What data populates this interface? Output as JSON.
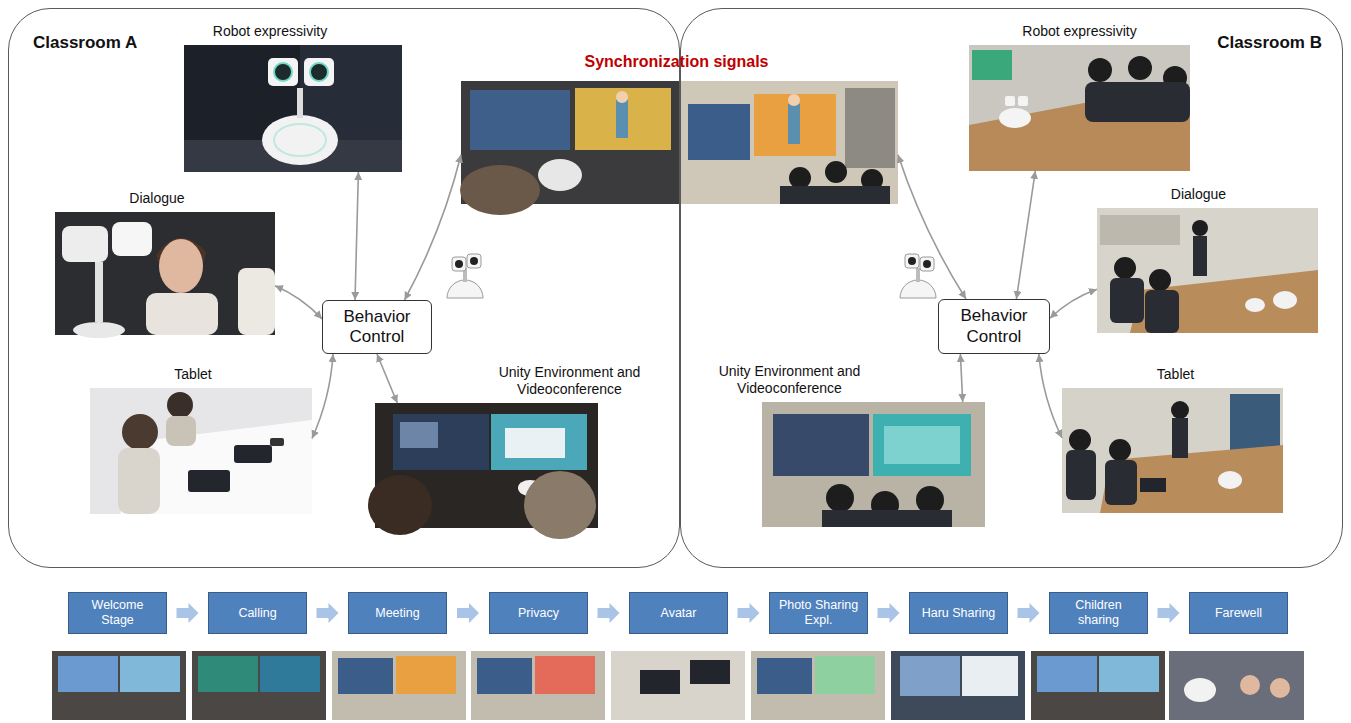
{
  "diagram": {
    "nodes": [
      {
        "text": [
          "Classroom A"
        ]
      },
      {
        "text": [
          "Robot expressivity"
        ],
        "in": 0
      },
      {
        "text": [
          "Dialogue"
        ],
        "in": 0
      },
      {
        "text": [
          "Tablet"
        ],
        "in": 0
      },
      {
        "text": [
          "Behavior Control"
        ],
        "in": 0
      },
      {
        "text": [
          "Unity Environment and Videoconference"
        ],
        "in": 0
      },
      {
        "text": [
          "Synchronization signals"
        ]
      },
      {
        "text": [
          "Classroom B"
        ]
      },
      {
        "text": [
          "Robot expressivity"
        ],
        "in": 7
      },
      {
        "text": [
          "Dialogue"
        ],
        "in": 7
      },
      {
        "text": [
          "Behavior Control"
        ],
        "in": 7
      },
      {
        "text": [
          "Unity Environment and Videoconference"
        ],
        "in": 7
      },
      {
        "text": [
          "Tablet"
        ],
        "in": 7
      },
      {
        "text": [
          "Welcome Stage"
        ]
      },
      {
        "text": [
          "Calling"
        ]
      },
      {
        "text": [
          "Meeting"
        ]
      },
      {
        "text": [
          "Privacy"
        ]
      },
      {
        "text": [
          "Avatar"
        ]
      },
      {
        "text": [
          "Photo Sharing Expl."
        ]
      },
      {
        "text": [
          "Haru Sharing"
        ]
      },
      {
        "text": [
          "Children sharing"
        ]
      },
      {
        "text": [
          "Farewell"
        ]
      }
    ],
    "edges": [
      {
        "from": 4,
        "to": 1,
        "arrow": "both"
      },
      {
        "from": 4,
        "to": 2,
        "arrow": "both"
      },
      {
        "from": 4,
        "to": 3,
        "arrow": "both"
      },
      {
        "from": 4,
        "to": 5,
        "arrow": "both"
      },
      {
        "from": 4,
        "to": 6,
        "arrow": "both"
      },
      {
        "from": 10,
        "to": 8,
        "arrow": "both"
      },
      {
        "from": 10,
        "to": 9,
        "arrow": "both"
      },
      {
        "from": 10,
        "to": 12,
        "arrow": "both"
      },
      {
        "from": 10,
        "to": 11,
        "arrow": "both"
      },
      {
        "from": 10,
        "to": 6,
        "arrow": "both"
      },
      {
        "from": 13,
        "to": 14,
        "arrow": "to"
      },
      {
        "from": 14,
        "to": 15,
        "arrow": "to"
      },
      {
        "from": 15,
        "to": 16,
        "arrow": "to"
      },
      {
        "from": 16,
        "to": 17,
        "arrow": "to"
      },
      {
        "from": 17,
        "to": 18,
        "arrow": "to"
      },
      {
        "from": 18,
        "to": 19,
        "arrow": "to"
      },
      {
        "from": 19,
        "to": 20,
        "arrow": "to"
      },
      {
        "from": 20,
        "to": 21,
        "arrow": "to"
      }
    ]
  }
}
